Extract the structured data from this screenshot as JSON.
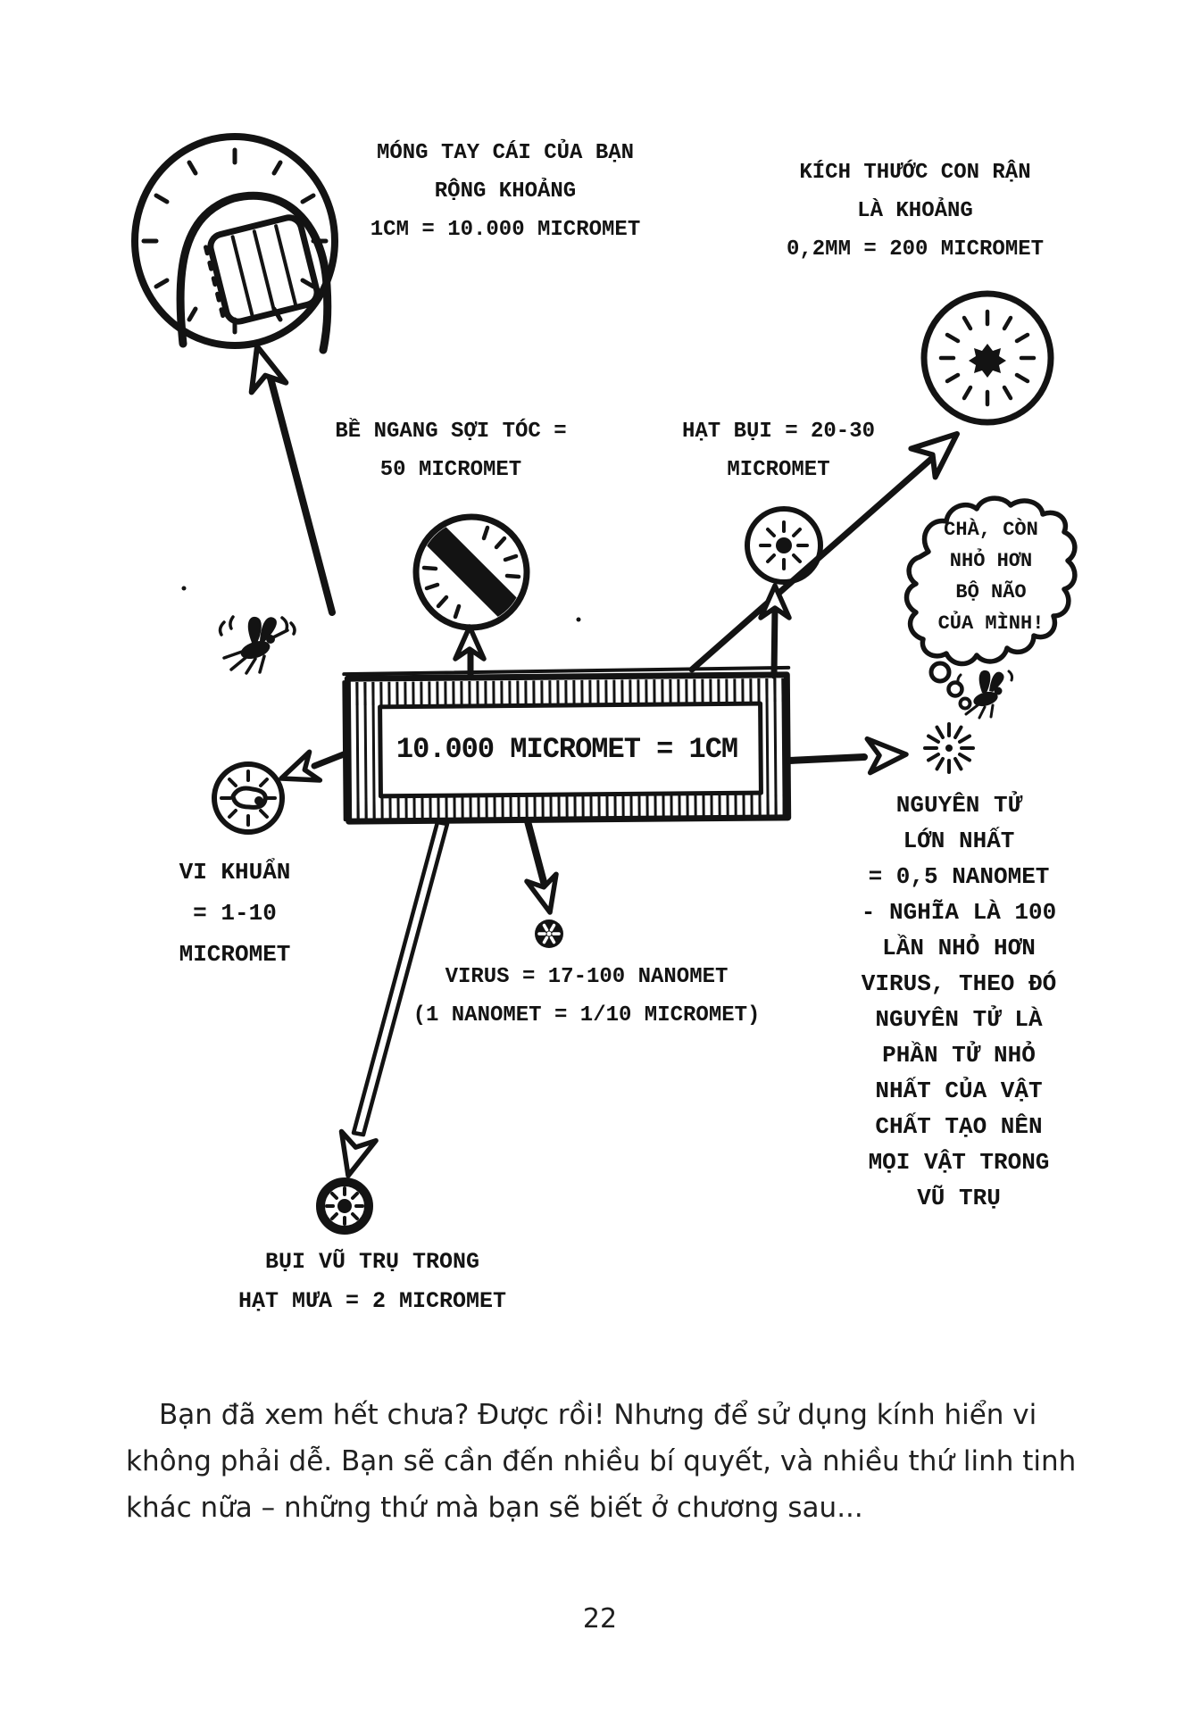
{
  "diagram": {
    "banner_label": "10.000 MICROMET = 1CM",
    "thumbnail_label": [
      "MÓNG TAY CÁI CỦA BẠN",
      "RỘNG KHOẢNG",
      "1CM = 10.000 MICROMET"
    ],
    "mite_label": [
      "KÍCH THƯỚC CON RẬN",
      "LÀ KHOẢNG",
      "0,2MM = 200 MICROMET"
    ],
    "hair_label": [
      "BỀ NGANG SỢI TÓC =",
      "50 MICROMET"
    ],
    "dust_label": [
      "HẠT BỤI = 20-30",
      "MICROMET"
    ],
    "bacteria_label": [
      "VI KHUẨN",
      "= 1-10",
      "MICROMET"
    ],
    "virus_label": [
      "VIRUS = 17-100 NANOMET",
      "(1 NANOMET = 1/10 MICROMET)"
    ],
    "atom_label": [
      "NGUYÊN TỬ",
      "LỚN NHẤT",
      "= 0,5 NANOMET",
      "- NGHĨA LÀ 100",
      "LẦN NHỎ HƠN",
      "VIRUS, THEO ĐÓ",
      "NGUYÊN TỬ LÀ",
      "PHẦN TỬ NHỎ",
      "NHẤT CỦA VẬT",
      "CHẤT TẠO NÊN",
      "MỌI VẬT TRONG",
      "VŨ TRỤ"
    ],
    "cosmic_dust_label": [
      "BỤI VŨ TRỤ TRONG",
      "HẠT MƯA = 2 MICROMET"
    ],
    "thought_bubble": [
      "CHÀ, CÒN",
      "NHỎ HƠN",
      "BỘ NÃO",
      "CỦA MÌNH!"
    ]
  },
  "body_text": {
    "line1": "Bạn đã xem hết chưa? Được rồi! Nhưng để sử dụng kính hiển vi",
    "line2": "không phải dễ. Bạn sẽ cần đến nhiều bí quyết, và nhiều thứ linh tinh",
    "line3": "khác nữa – những thứ mà bạn sẽ biết ở chương sau..."
  },
  "page_number": "22",
  "colors": {
    "ink": "#131313",
    "paper": "#ffffff"
  }
}
